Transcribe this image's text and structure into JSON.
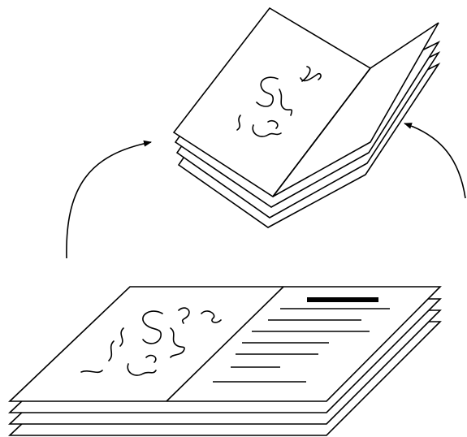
{
  "diagram": {
    "colors": {
      "ink": "#000000",
      "paper": "#ffffff"
    },
    "flat_stack": {
      "sheet_count": 4,
      "left_page_content": "scribble-illustration",
      "right_page_content": "headline-bar-and-text-lines",
      "text_line_count": 7
    },
    "folded_stack": {
      "sheet_count": 4,
      "visible_page_content": "scribble-illustration"
    },
    "arrows": [
      {
        "from": "flat-stack",
        "to": "folded-stack",
        "side": "left"
      },
      {
        "from": "flat-stack",
        "to": "folded-stack",
        "side": "right"
      }
    ]
  }
}
